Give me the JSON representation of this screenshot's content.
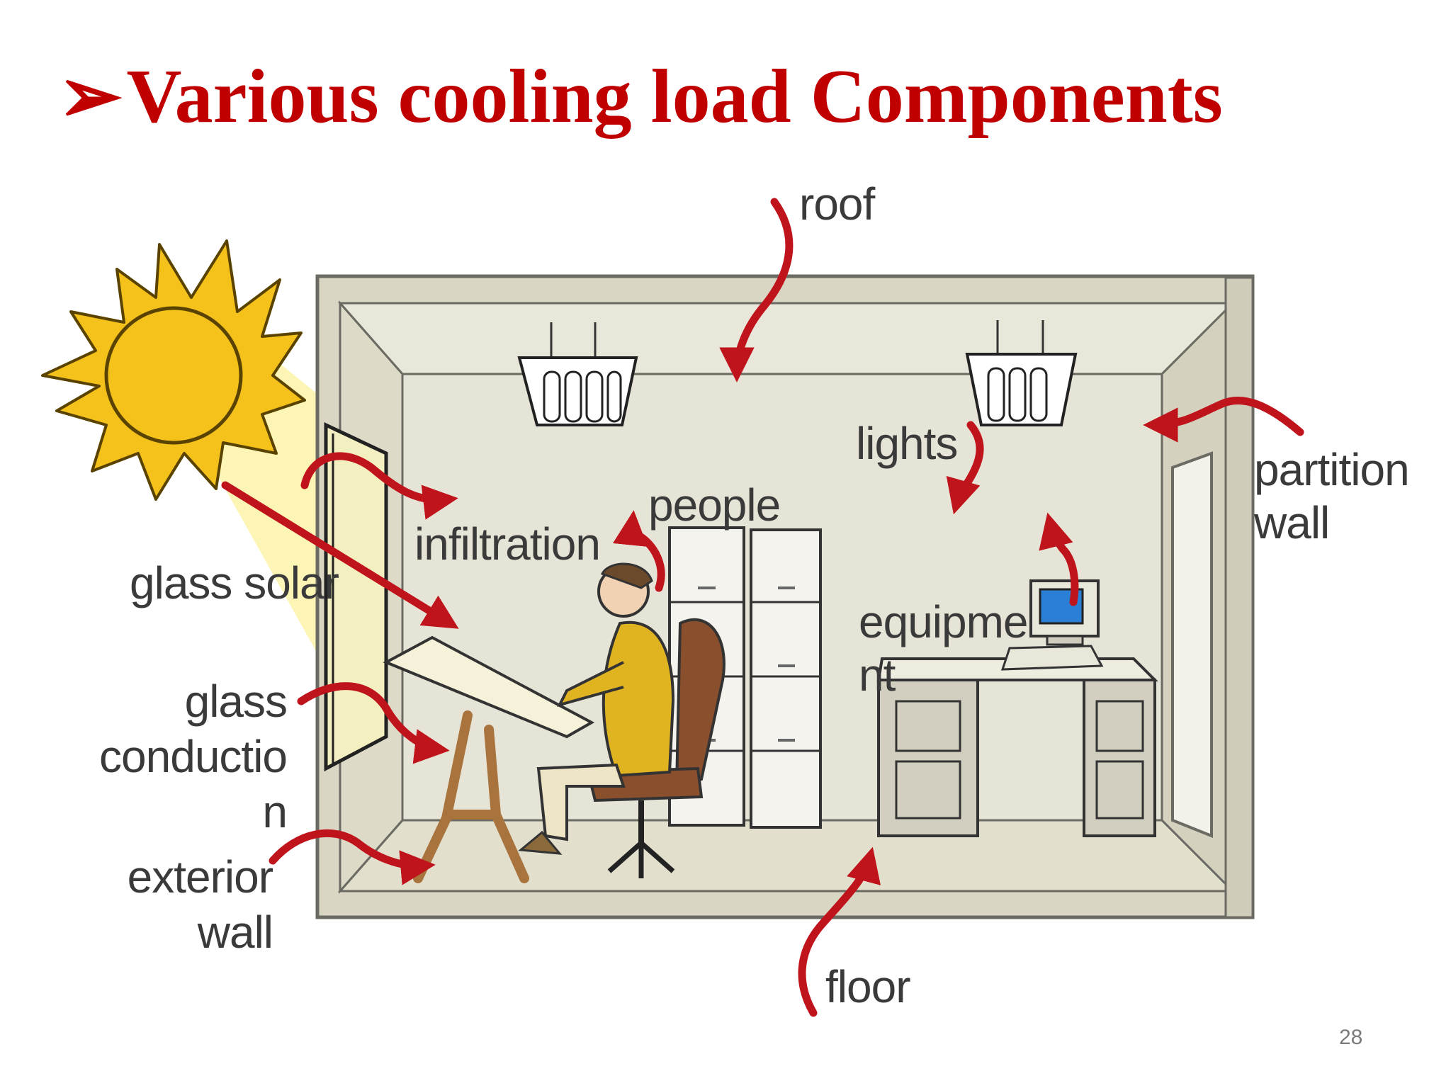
{
  "slide": {
    "title_bullet": "➢",
    "title": "Various cooling load Components",
    "page_number": "28"
  },
  "diagram": {
    "labels": {
      "roof": "roof",
      "lights": "lights",
      "partition_wall_line1": "partition",
      "partition_wall_line2": "wall",
      "people": "people",
      "infiltration": "infiltration",
      "glass_solar": "glass solar",
      "glass_conduction_line1": "glass",
      "glass_conduction_line2": "conductio",
      "glass_conduction_line3": "n",
      "equipment_line1": "equipme",
      "equipment_line2": "nt",
      "exterior_wall_line1": "exterior",
      "exterior_wall_line2": "wall",
      "floor": "floor"
    },
    "colors": {
      "arrow": "#c0141c",
      "sun": "#f4c21a",
      "sun_outline": "#5a4300",
      "wall": "#d9d6c4",
      "back_wall": "#e6e4d6",
      "frame": "#6b6b63",
      "sunbeam": "#fbf3a8",
      "person_shirt": "#e0b321",
      "chair": "#8a4f2c",
      "desk_wood": "#a8733c",
      "screen": "#2b7fd6"
    },
    "icons": [
      "sun-icon",
      "ceiling-light-icon",
      "person-icon",
      "chair-icon",
      "computer-icon",
      "cabinet-icon",
      "drafting-table-icon"
    ]
  }
}
